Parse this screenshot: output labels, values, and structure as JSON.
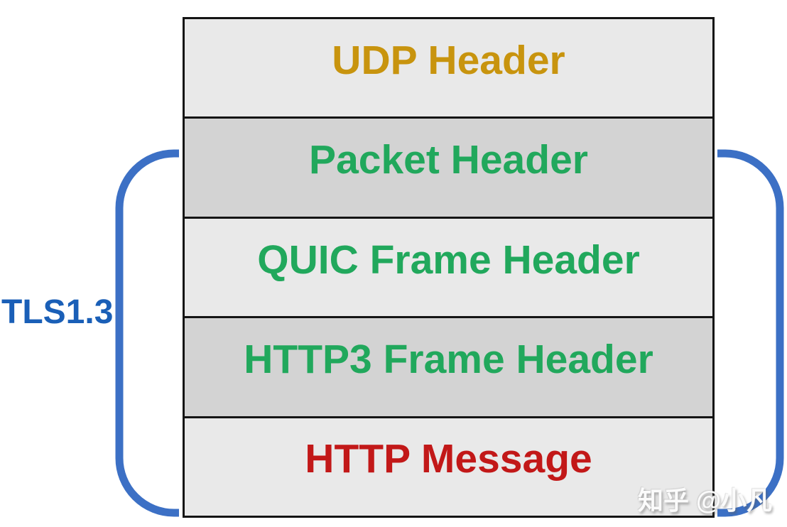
{
  "diagram": {
    "description": "QUIC / HTTP3 protocol stack layers with TLS1.3 encryption scope bracket",
    "bracket_label": "TLS1.3",
    "watermark": "知乎 @小凡"
  },
  "layers": [
    {
      "label": "UDP Header",
      "text_color": "#c8940e",
      "bg": "#e9e9e9",
      "inside_tls": false
    },
    {
      "label": "Packet Header",
      "text_color": "#21a85c",
      "bg": "#d3d3d3",
      "inside_tls": true
    },
    {
      "label": "QUIC Frame Header",
      "text_color": "#21a85c",
      "bg": "#e9e9e9",
      "inside_tls": true
    },
    {
      "label": "HTTP3 Frame Header",
      "text_color": "#21a85c",
      "bg": "#d3d3d3",
      "inside_tls": true
    },
    {
      "label": "HTTP Message",
      "text_color": "#c21818",
      "bg": "#e9e9e9",
      "inside_tls": true
    }
  ],
  "colors": {
    "bracket_blue": "#3c70c5",
    "tls_text_blue": "#1a5fb7",
    "box_border": "#141414",
    "row_light": "#e9e9e9",
    "row_dark": "#d3d3d3"
  }
}
